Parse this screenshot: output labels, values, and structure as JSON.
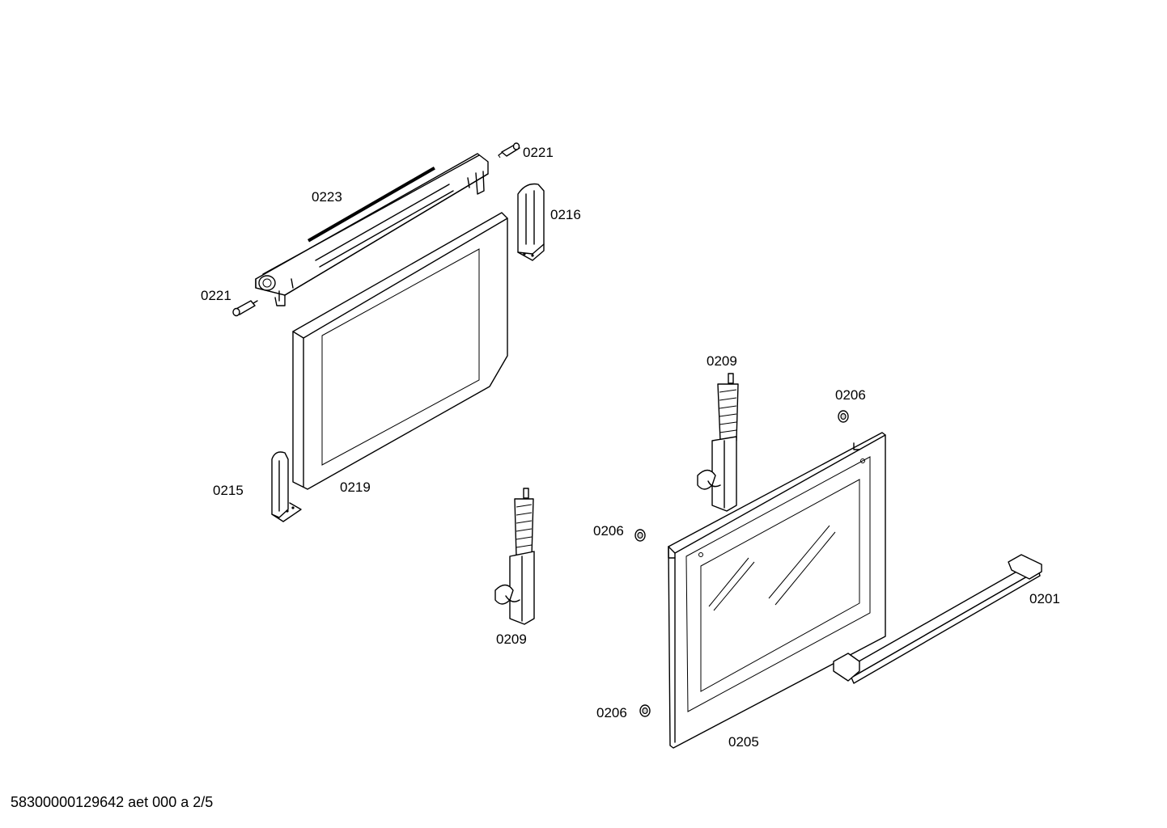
{
  "labels": {
    "p0221_top": "0221",
    "p0223": "0223",
    "p0216": "0216",
    "p0221_left": "0221",
    "p0215": "0215",
    "p0219": "0219",
    "p0209_upper": "0209",
    "p0206_upper": "0206",
    "p0206_mid": "0206",
    "p0209_lower": "0209",
    "p0201": "0201",
    "p0206_lower": "0206",
    "p0205": "0205"
  },
  "footer": {
    "document_id": "58300000129642 aet 000 a 2/5"
  }
}
